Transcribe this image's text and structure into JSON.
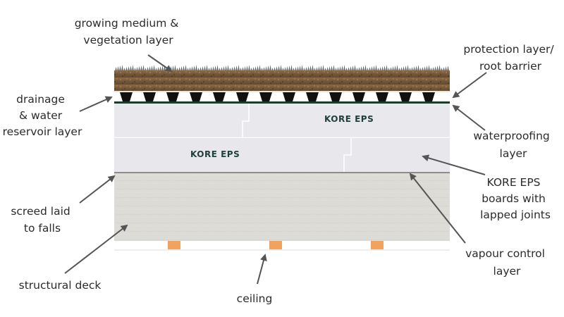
{
  "labels": {
    "growing_medium": [
      "growing medium &",
      "vegetation layer"
    ],
    "protection": [
      "protection layer/",
      "root barrier"
    ],
    "drainage": [
      "drainage",
      "& water",
      "reservoir layer"
    ],
    "waterproofing": [
      "waterproofing",
      "layer"
    ],
    "kore_boards": [
      "KORE EPS",
      "boards with",
      "lapped joints"
    ],
    "screed": [
      "screed laid",
      "to falls"
    ],
    "vapour": [
      "vapour control",
      "layer"
    ],
    "structural": [
      "structural deck"
    ],
    "ceiling": [
      "ceiling"
    ]
  },
  "board_text": {
    "upper": "KORE EPS",
    "lower": "KORE EPS"
  },
  "colors": {
    "soil": "#7a5a38",
    "grass": "#6b6b6b",
    "eps": "#e9e8ec",
    "screed": "#dcdad5",
    "membrane": "#1d3b2b",
    "joist": "#f0a25e",
    "arrow": "#555555"
  }
}
